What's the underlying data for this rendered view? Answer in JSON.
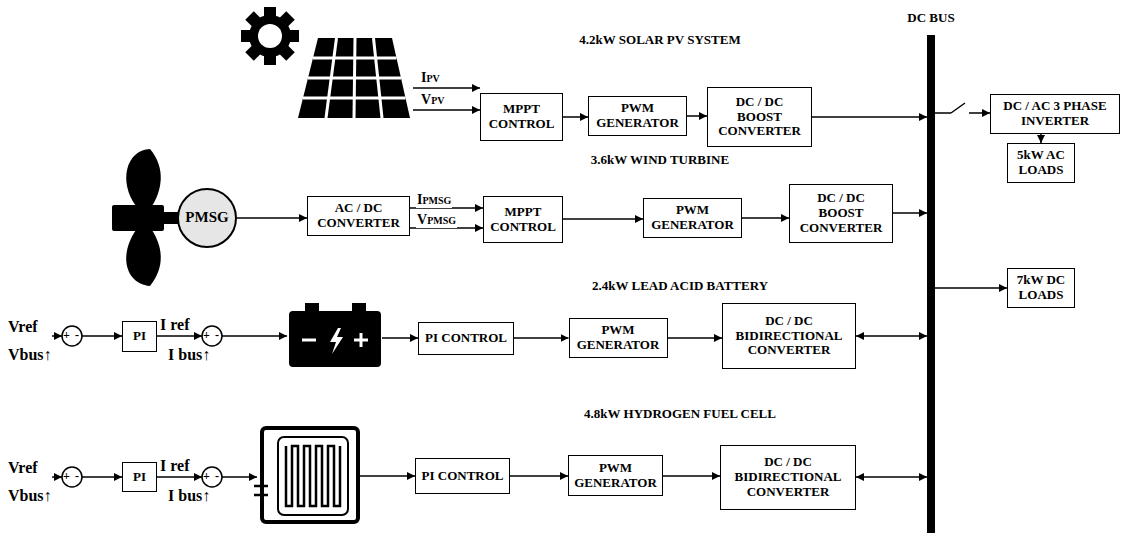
{
  "diagram": {
    "nodes": [
      {
        "text": [
          "DC BUS"
        ]
      },
      {
        "text": [
          "MPPT CONTROL"
        ]
      },
      {
        "text": [
          "PWM GENERATOR"
        ]
      },
      {
        "text": [
          "DC / DC BOOST CONVERTER"
        ]
      },
      {
        "text": [
          "DC / AC 3 PHASE INVERTER"
        ]
      },
      {
        "text": [
          "5kW AC LOADS"
        ]
      },
      {
        "text": [
          "PMSG"
        ]
      },
      {
        "text": [
          "AC / DC CONVERTER"
        ]
      },
      {
        "text": [
          "MPPT CONTROL"
        ]
      },
      {
        "text": [
          "PWM GENERATOR"
        ]
      },
      {
        "text": [
          "DC / DC BOOST CONVERTER"
        ]
      },
      {
        "text": [
          "7kW DC LOADS"
        ]
      },
      {
        "text": [
          "PI"
        ]
      },
      {
        "text": [
          "PI CONTROL"
        ]
      },
      {
        "text": [
          "PWM GENERATOR"
        ]
      },
      {
        "text": [
          "DC / DC BIDIRECTIONAL CONVERTER"
        ]
      },
      {
        "text": [
          "PI"
        ]
      },
      {
        "text": [
          "PI CONTROL"
        ]
      },
      {
        "text": [
          "PWM GENERATOR"
        ]
      },
      {
        "text": [
          "DC / DC BIDIRECTIONAL CONVERTER"
        ]
      }
    ],
    "edges": [
      {
        "from": 1,
        "to": 2,
        "arrow": "to"
      },
      {
        "from": 2,
        "to": 3,
        "arrow": "to"
      },
      {
        "from": 3,
        "to": 0,
        "arrow": "to"
      },
      {
        "from": 0,
        "to": 4,
        "arrow": "to"
      },
      {
        "from": 4,
        "to": 5,
        "arrow": "to"
      },
      {
        "from": 6,
        "to": 7,
        "arrow": "to"
      },
      {
        "from": 7,
        "to": 8,
        "label": "IPMSG",
        "arrow": "to"
      },
      {
        "from": 7,
        "to": 8,
        "label": "VPMSG",
        "arrow": "to"
      },
      {
        "from": 8,
        "to": 9,
        "arrow": "to"
      },
      {
        "from": 9,
        "to": 10,
        "arrow": "to"
      },
      {
        "from": 10,
        "to": 0,
        "arrow": "to"
      },
      {
        "from": 0,
        "to": 11,
        "arrow": "to"
      },
      {
        "from": 13,
        "to": 14,
        "arrow": "to"
      },
      {
        "from": 14,
        "to": 15,
        "arrow": "to"
      },
      {
        "from": 15,
        "to": 0,
        "arrow": "both"
      },
      {
        "from": 17,
        "to": 18,
        "arrow": "to"
      },
      {
        "from": 18,
        "to": 19,
        "arrow": "to"
      },
      {
        "from": 19,
        "to": 0,
        "arrow": "both"
      }
    ],
    "labels": [
      "4.2kW SOLAR PV SYSTEM",
      "IPV",
      "VPV",
      "3.6kW WIND TURBINE",
      "2.4kW LEAD ACID BATTERY",
      "Vref",
      "+",
      "-",
      "Vbus↑",
      "I ref",
      "+",
      "-",
      "I bus↑",
      "4.8kW HYDROGEN FUEL CELL",
      "Vref",
      "+",
      "-",
      "Vbus↑",
      "I ref",
      "+",
      "-",
      "I bus↑"
    ]
  }
}
